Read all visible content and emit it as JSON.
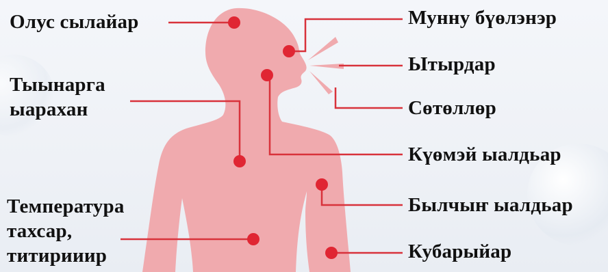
{
  "symptoms_left": {
    "runny_nose": "Олус сылайар",
    "shortness_of_breath": [
      "Тыынарга",
      "ыарахан"
    ],
    "fever_chills": [
      "Температура",
      "тахсар,",
      "титирииир"
    ]
  },
  "symptoms_right": {
    "headache": "Мунну бүөлэнэр",
    "cough": "Ытырдар",
    "sneezing": "Сөтөллөр",
    "sore_throat": "Күөмэй ыалдьар",
    "muscle_pain": "Былчыҥ ыалдьар",
    "nausea": "Кубарыйар"
  },
  "colors": {
    "silhouette": "#f0aaae",
    "marker": "#e02633",
    "line": "#d8323b",
    "text": "#111111"
  }
}
